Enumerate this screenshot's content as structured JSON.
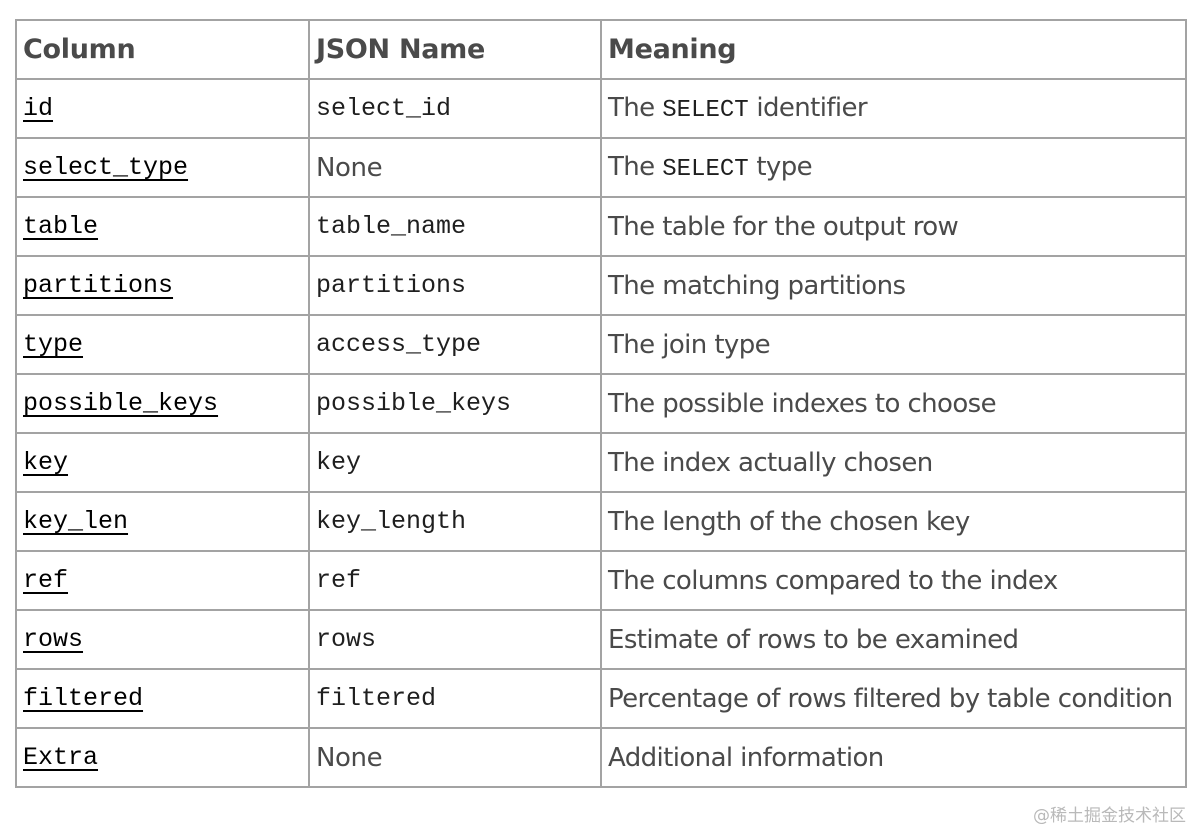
{
  "table": {
    "headers": {
      "column": "Column",
      "json_name": "JSON Name",
      "meaning": "Meaning"
    },
    "rows": [
      {
        "column": "id",
        "json_name": "select_id",
        "json_is_code": true,
        "meaning_pre": "The ",
        "meaning_kw": "SELECT",
        "meaning_post": " identifier"
      },
      {
        "column": "select_type",
        "json_name": "None",
        "json_is_code": false,
        "meaning_pre": "The ",
        "meaning_kw": "SELECT",
        "meaning_post": " type"
      },
      {
        "column": "table",
        "json_name": "table_name",
        "json_is_code": true,
        "meaning": "The table for the output row"
      },
      {
        "column": "partitions",
        "json_name": "partitions",
        "json_is_code": true,
        "meaning": "The matching partitions"
      },
      {
        "column": "type",
        "json_name": "access_type",
        "json_is_code": true,
        "meaning": "The join type"
      },
      {
        "column": "possible_keys",
        "json_name": "possible_keys",
        "json_is_code": true,
        "meaning": "The possible indexes to choose"
      },
      {
        "column": "key",
        "json_name": "key",
        "json_is_code": true,
        "meaning": "The index actually chosen"
      },
      {
        "column": "key_len",
        "json_name": "key_length",
        "json_is_code": true,
        "meaning": "The length of the chosen key"
      },
      {
        "column": "ref",
        "json_name": "ref",
        "json_is_code": true,
        "meaning": "The columns compared to the index"
      },
      {
        "column": "rows",
        "json_name": "rows",
        "json_is_code": true,
        "meaning": "Estimate of rows to be examined"
      },
      {
        "column": "filtered",
        "json_name": "filtered",
        "json_is_code": true,
        "meaning": "Percentage of rows filtered by table condition"
      },
      {
        "column": "Extra",
        "json_name": "None",
        "json_is_code": false,
        "meaning": "Additional information"
      }
    ]
  },
  "watermark": "@稀土掘金技术社区"
}
